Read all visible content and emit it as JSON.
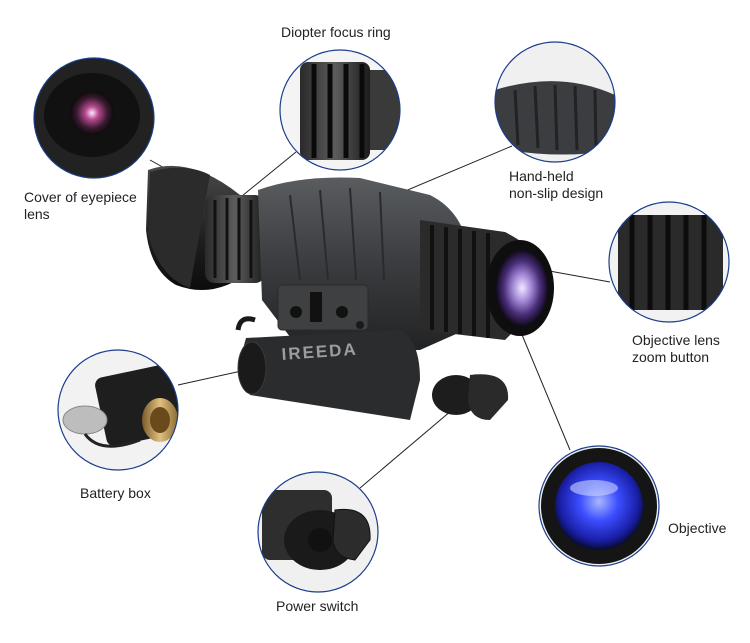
{
  "product": {
    "brand_text": "IREEDA"
  },
  "callouts": {
    "diopter": {
      "label": "Diopter focus ring"
    },
    "eyepiece": {
      "label_line1": "Cover of eyepiece",
      "label_line2": "lens"
    },
    "handheld": {
      "label_line1": "Hand-held",
      "label_line2": "non-slip design"
    },
    "zoom": {
      "label_line1": "Objective lens",
      "label_line2": "zoom button"
    },
    "battery": {
      "label": "Battery box"
    },
    "objective": {
      "label": "Objective"
    },
    "power": {
      "label": "Power switch"
    }
  }
}
